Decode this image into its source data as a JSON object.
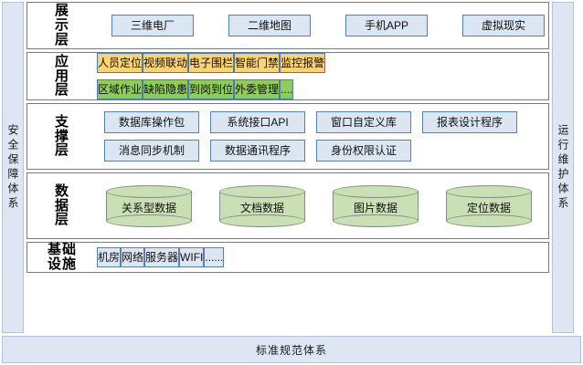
{
  "colors": {
    "rail_bg": "#dde6f2",
    "rail_border": "#b4c3da",
    "node_blue_bg": "#dce6f2",
    "node_blue_border": "#5b7fae",
    "node_orange_bg": "#fcd373",
    "node_green_bg": "#8fce54",
    "cylinder_fill": "#c9dfb4",
    "cylinder_border": "#8a8a8a",
    "layer_border": "#7a7a7a"
  },
  "rails": {
    "left_label": "安全保障体系",
    "right_label": "运行维护体系"
  },
  "bottom": {
    "label": "标准规范体系"
  },
  "layers": [
    {
      "key": "display",
      "label": "展\n示\n层",
      "rows": [
        {
          "style": "blue",
          "items": [
            "三维电厂",
            "二维地图",
            "手机APP",
            "虚拟现实"
          ]
        }
      ]
    },
    {
      "key": "application",
      "label": "应\n用\n层",
      "rows": [
        {
          "style": "orange",
          "items": [
            "人员定位",
            "视频联动",
            "电子围栏",
            "智能门禁",
            "监控报警"
          ]
        },
        {
          "style": "green",
          "items": [
            "区域作业",
            "缺陷隐患",
            "到岗到位",
            "外委管理",
            "...."
          ]
        }
      ]
    },
    {
      "key": "support",
      "label": "支\n撑\n层",
      "rows": [
        {
          "style": "blue",
          "items": [
            "数据库操作包",
            "系统接口API",
            "窗口自定义库",
            "报表设计程序"
          ]
        },
        {
          "style": "blue",
          "items": [
            "消息同步机制",
            "数据通讯程序",
            "身份权限认证"
          ]
        }
      ]
    },
    {
      "key": "data",
      "label": "数\n据\n层",
      "rows": [
        {
          "style": "cylinder",
          "items": [
            "关系型数据",
            "文档数据",
            "图片数据",
            "定位数据"
          ]
        }
      ]
    },
    {
      "key": "infrastructure",
      "label": "基础\n设施",
      "rows": [
        {
          "style": "blue",
          "items": [
            "机房",
            "网络",
            "服务器",
            "WIFI",
            "......"
          ]
        }
      ]
    }
  ]
}
